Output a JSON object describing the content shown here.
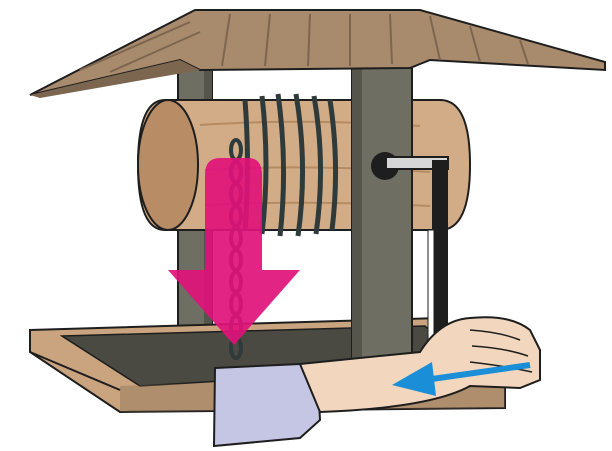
{
  "illustration": {
    "subject": "wishing-well-winch",
    "elements": [
      "roof",
      "posts",
      "axle-drum",
      "chain",
      "crank-handle",
      "well-box",
      "hand-and-arm"
    ],
    "arrows": [
      {
        "name": "load-force-arrow",
        "direction": "down",
        "color": "#e0127a"
      },
      {
        "name": "effort-force-arrow",
        "direction": "left",
        "color": "#1a8fd8"
      }
    ]
  },
  "colors": {
    "background": "#ffffff",
    "roof": "#a88a6c",
    "roof_dark": "#7d6650",
    "post": "#6e6e63",
    "post_dark": "#55554c",
    "drum": "#d2ac86",
    "drum_end": "#b88d65",
    "chain": "#2f3a3a",
    "well_frame": "#c9a47f",
    "well_inner": "#4a4a42",
    "skin": "#f2d6bd",
    "sleeve": "#c4c6e4",
    "load_arrow": "#e0127a",
    "effort_arrow": "#1a8fd8",
    "outline": "#1e1e1e"
  }
}
